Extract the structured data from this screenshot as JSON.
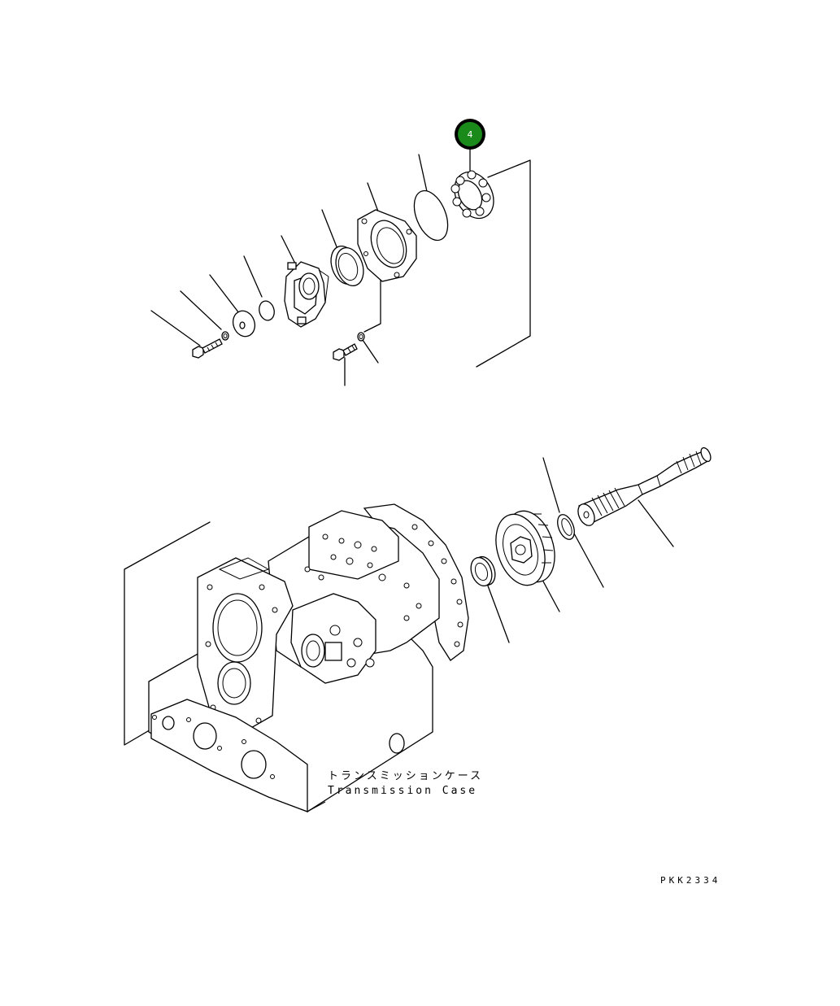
{
  "callout": {
    "number": "4",
    "color": "#1a8a1a"
  },
  "case_label": {
    "japanese": "トランスミッションケース",
    "english": "Transmission Case"
  },
  "drawing_code": "PKK2334"
}
